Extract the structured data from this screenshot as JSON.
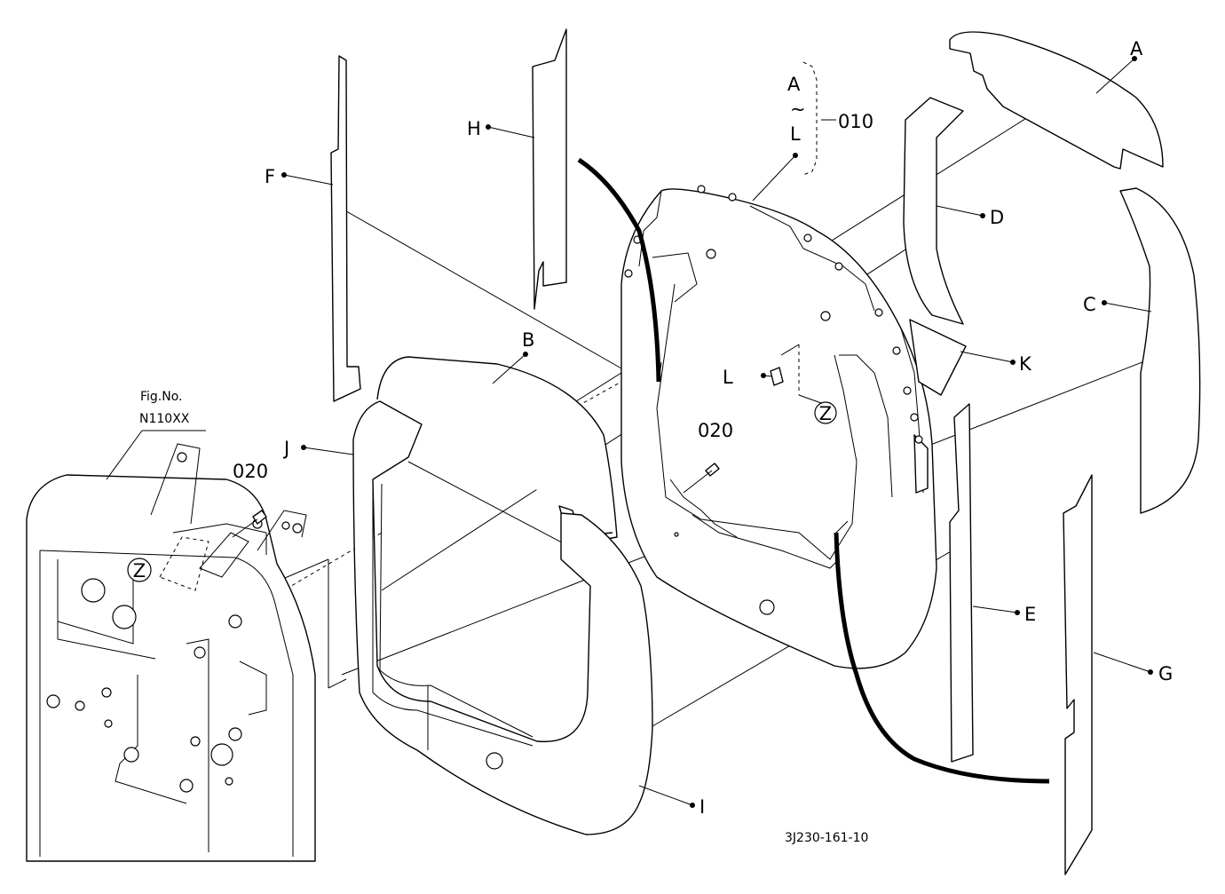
{
  "drawing": {
    "reference_number": "3J230-161-10",
    "fig_ref": {
      "prefix": "Fig.No.",
      "number": "N110XX"
    },
    "assembly": {
      "range_top": "A",
      "range_sep": "~",
      "range_bottom": "L",
      "code": "010"
    },
    "fastener_code": "020",
    "view_marker": "Z",
    "part_labels": {
      "A": "A",
      "B": "B",
      "C": "C",
      "D": "D",
      "E": "E",
      "F": "F",
      "G": "G",
      "H": "H",
      "I": "I",
      "J": "J",
      "K": "K",
      "L": "L"
    }
  }
}
